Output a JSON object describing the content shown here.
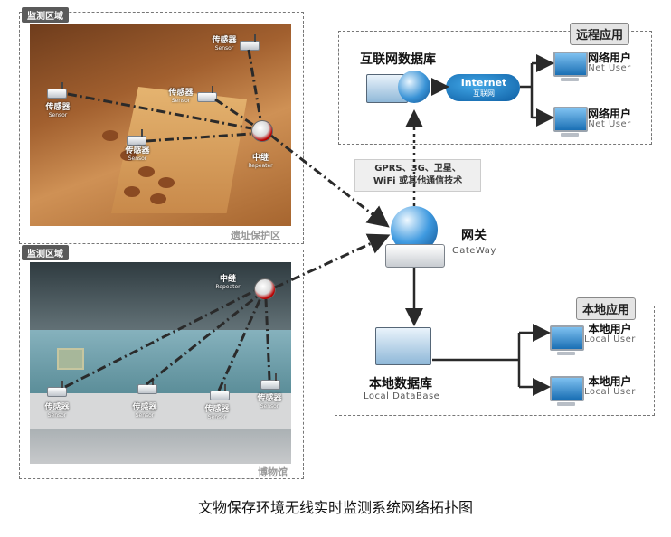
{
  "regions": {
    "monitor_area_1": "监测区域",
    "monitor_area_2": "监测区域",
    "site_name_1": "遗址保护区",
    "site_name_2": "博物馆",
    "remote_app": "远程应用",
    "local_app": "本地应用"
  },
  "site1": {
    "sensors": [
      {
        "cn": "传感器",
        "en": "Sensor"
      },
      {
        "cn": "传感器",
        "en": "Sensor"
      },
      {
        "cn": "传感器",
        "en": "Sensor"
      },
      {
        "cn": "传感器",
        "en": "Sensor"
      }
    ],
    "repeater": {
      "cn": "中继",
      "en": "Repeater"
    }
  },
  "site2": {
    "sensors": [
      {
        "cn": "传感器",
        "en": "Sensor"
      },
      {
        "cn": "传感器",
        "en": "Sensor"
      },
      {
        "cn": "传感器",
        "en": "Sensor"
      },
      {
        "cn": "传感器",
        "en": "Sensor"
      }
    ],
    "repeater": {
      "cn": "中继",
      "en": "Repeater"
    }
  },
  "internet_db": {
    "cn": "互联网数据库"
  },
  "internet_cloud": {
    "en": "Internet",
    "cn": "互联网"
  },
  "net_users": [
    {
      "cn": "网络用户",
      "en": "Net User"
    },
    {
      "cn": "网络用户",
      "en": "Net User"
    }
  ],
  "comm_tech": {
    "line1": "GPRS、3G、卫星、",
    "line2": "WiFi 或其他通信技术"
  },
  "gateway": {
    "cn": "网关",
    "en": "GateWay"
  },
  "local_db": {
    "cn": "本地数据库",
    "en": "Local DataBase"
  },
  "local_users": [
    {
      "cn": "本地用户",
      "en": "Local User"
    },
    {
      "cn": "本地用户",
      "en": "Local User"
    }
  ],
  "caption": "文物保存环境无线实时监测系统网络拓扑图",
  "colors": {
    "site1_bg": "#b9733a",
    "site2_bg": "#4d5e63",
    "accent_blue": "#1a6fb4",
    "arrow": "#2a2a2a"
  }
}
